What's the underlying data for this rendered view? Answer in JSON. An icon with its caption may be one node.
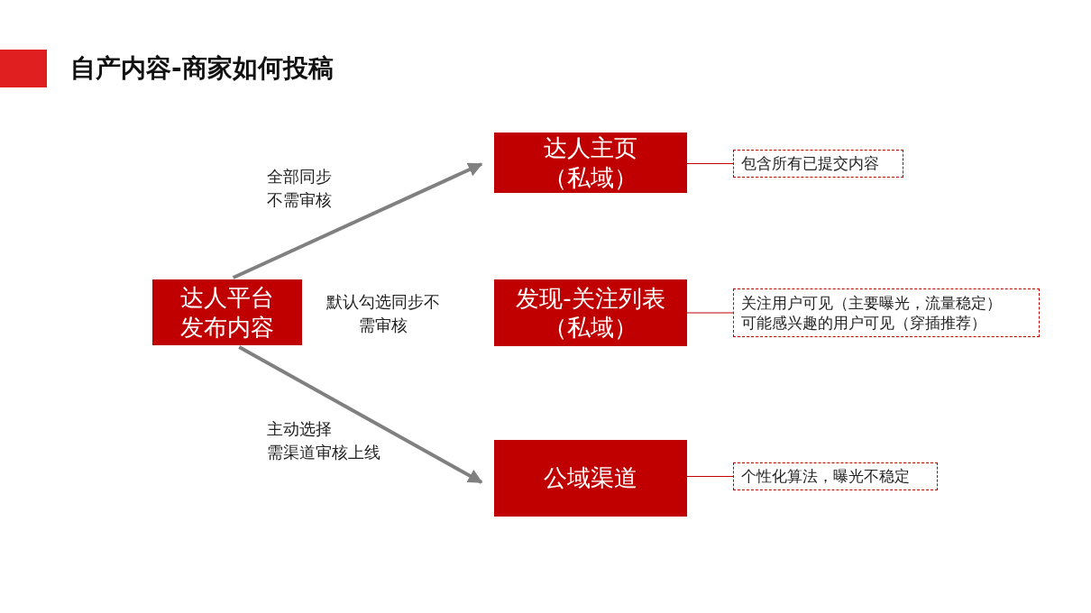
{
  "diagram": {
    "title": "自产内容-商家如何投稿",
    "nodes": [
      {
        "text": [
          "达人平台发布内容"
        ]
      },
      {
        "text": [
          "达人主页（私域）"
        ]
      },
      {
        "text": [
          "发现-关注列表（私域）"
        ]
      },
      {
        "text": [
          "公域渠道"
        ]
      },
      {
        "text": [
          "包含所有已提交内容"
        ]
      },
      {
        "text": [
          "关注用户可见（主要曝光，流量稳定）",
          "可能感兴趣的用户可见（穿插推荐）"
        ]
      },
      {
        "text": [
          "个性化算法，曝光不稳定"
        ]
      }
    ],
    "edges": [
      {
        "from": 0,
        "to": 1,
        "arrow": "to",
        "label": "全部同步不需审核",
        "color": "#808080",
        "style": "thick"
      },
      {
        "from": 0,
        "to": 3,
        "arrow": "to",
        "label": "主动选择需渠道审核上线",
        "color": "#808080",
        "style": "thick"
      },
      {
        "from": 1,
        "to": 4,
        "arrow": "none"
      },
      {
        "from": 2,
        "to": 5,
        "arrow": "none"
      },
      {
        "from": 3,
        "to": 6,
        "arrow": "none"
      }
    ],
    "labels": [
      "默认勾选同步不需审核"
    ]
  }
}
